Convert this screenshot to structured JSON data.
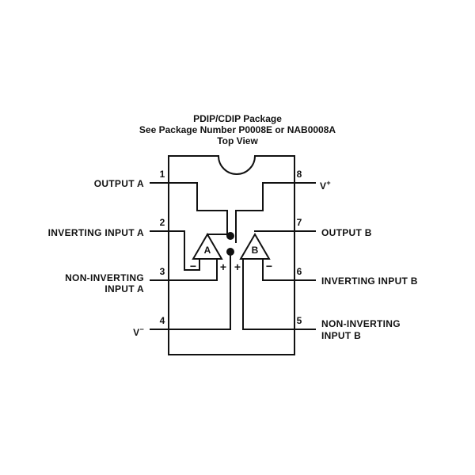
{
  "header": {
    "line1": "PDIP/CDIP Package",
    "line2": "See Package Number P0008E or NAB0008A",
    "line3": "Top View"
  },
  "pins": {
    "p1": {
      "number": "1",
      "label": "OUTPUT A"
    },
    "p2": {
      "number": "2",
      "label": "INVERTING INPUT A"
    },
    "p3": {
      "number": "3",
      "label_line1": "NON-INVERTING",
      "label_line2": "INPUT A"
    },
    "p4": {
      "number": "4",
      "label": "V",
      "sup": "−"
    },
    "p5": {
      "number": "5",
      "label_line1": "NON-INVERTING",
      "label_line2": "INPUT B"
    },
    "p6": {
      "number": "6",
      "label": "INVERTING INPUT B"
    },
    "p7": {
      "number": "7",
      "label": "OUTPUT B"
    },
    "p8": {
      "number": "8",
      "label": "V",
      "sup": "+"
    }
  },
  "amps": {
    "a": {
      "name": "A",
      "minus": "−",
      "plus": "+"
    },
    "b": {
      "name": "B",
      "minus": "−",
      "plus": "+"
    }
  }
}
